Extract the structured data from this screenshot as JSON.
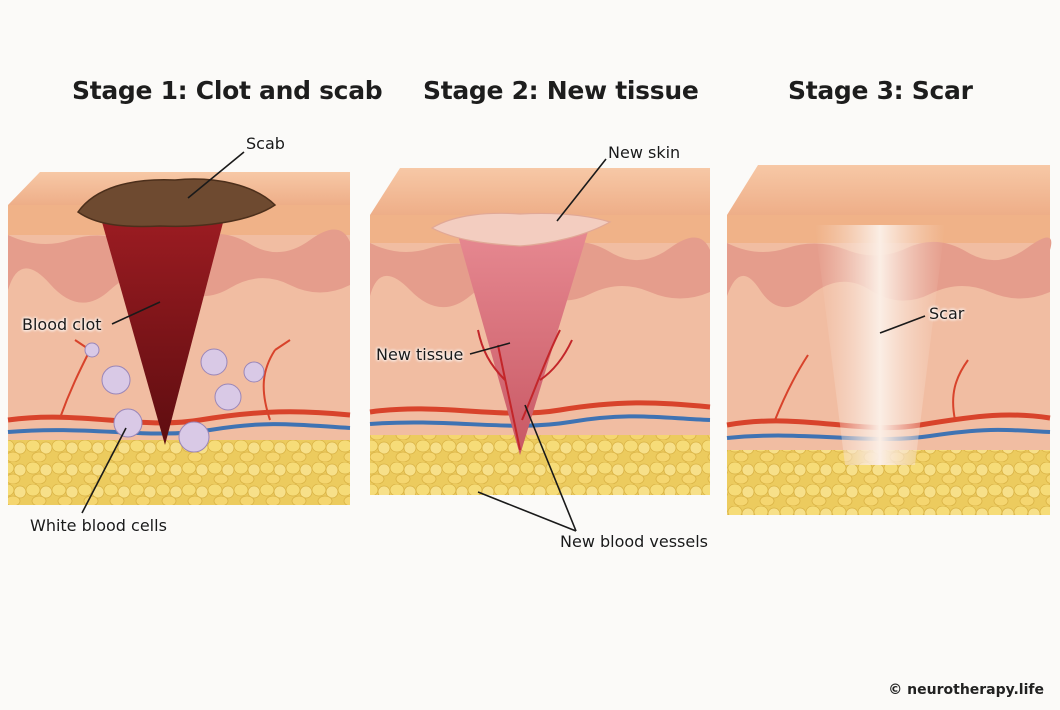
{
  "stages": [
    {
      "title": "Stage 1: Clot and scab"
    },
    {
      "title": "Stage 2: New tissue"
    },
    {
      "title": "Stage 3: Scar"
    }
  ],
  "labels": {
    "scab": "Scab",
    "blood_clot": "Blood clot",
    "white_blood_cells": "White blood cells",
    "new_skin": "New skin",
    "new_tissue": "New tissue",
    "new_blood_vessels": "New blood vessels",
    "scar": "Scar"
  },
  "credit": "© neurotherapy.life",
  "colors": {
    "epidermis": "#f3b790",
    "dermis": "#f4c0a4",
    "papillary": "#e7a08f",
    "fat": "#f0d064",
    "clot": "#7c1418",
    "scab": "#6e4a30",
    "new_tissue": "#de7c84",
    "artery": "#d8432b",
    "vein": "#3f73b3",
    "scar": "#f7e3d6",
    "wbc": "#d9c9e6"
  }
}
